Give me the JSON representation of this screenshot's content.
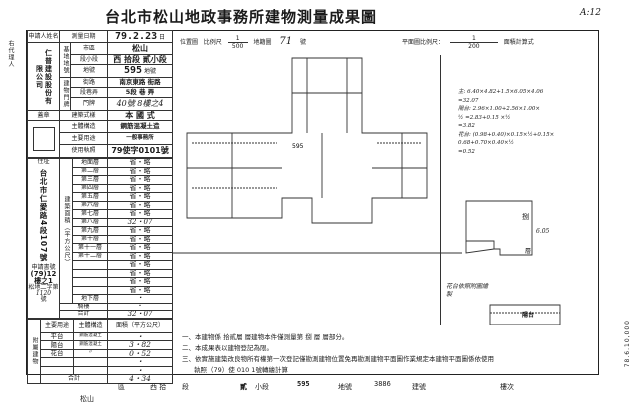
{
  "title": "台北市松山地政事務所建物測量成果圖",
  "corner_mark": "A:12",
  "side_stamp": "78.6.10,000",
  "left_margin": "右代理人",
  "header": {
    "location_map": "位置圖",
    "scale_label": "比例尺",
    "scale_num": "1",
    "scale_den": "500",
    "cadastral_map": "地籍圖",
    "map_no": "71",
    "map_no_suffix": "號",
    "plan_scale_label": "平面圖比例尺：",
    "plan_scale_num": "1",
    "plan_scale_den": "200",
    "area_calc": "面積計算式"
  },
  "form": {
    "applicant_label": "申請人姓名",
    "applicant_name": "仁普建設股份有限公司",
    "agent_label": "右代理人",
    "survey_date_label": "測量日期",
    "survey_date": "79.2.23",
    "survey_date_suffix": "日",
    "site_label": "基地地號",
    "district_label": "市區",
    "district": "松山",
    "section_label": "段小段",
    "section": "西 拾段 貳小段",
    "lot_label": "地號",
    "lot": "595",
    "lot_suffix": "地號",
    "door_label": "建物門牌",
    "street_label": "街路",
    "street": "南京東路 街路",
    "lane_label": "段巷弄",
    "lane": "5段 巷 弄",
    "number_label": "門牌",
    "number": "40號 8樓之4",
    "seal_label": "蓋章",
    "style_label": "建築式樣",
    "style": "本 國 式",
    "structure_label": "主體構造",
    "structure": "鋼筋混凝土造",
    "use_label": "主要用途",
    "use": "一般事務所",
    "permit_label": "使用執照",
    "permit": "79使字0101號",
    "address_label": "住址",
    "address": "台北市仁愛路4段107號",
    "application_label": "申請書號",
    "application_no": "(79)12樓之1",
    "application_word": "松地二字第",
    "application_num": "1120",
    "application_suffix": "號",
    "floor_area_label": "建築面積（平方公尺）",
    "floors": [
      {
        "label": "地面層",
        "value": "省・略"
      },
      {
        "label": "第二層",
        "value": "省・略"
      },
      {
        "label": "第三層",
        "value": "省・略"
      },
      {
        "label": "第四層",
        "value": "省・略"
      },
      {
        "label": "第五層",
        "value": "省・略"
      },
      {
        "label": "第六層",
        "value": "省・略"
      },
      {
        "label": "第七層",
        "value": "省・略"
      },
      {
        "label": "第八層",
        "value": "32・07"
      },
      {
        "label": "第九層",
        "value": "省・略"
      },
      {
        "label": "第十層",
        "value": "省・略"
      },
      {
        "label": "第十一層",
        "value": "省・略"
      },
      {
        "label": "第十二層",
        "value": "省・略"
      },
      {
        "label": "",
        "value": "省・略"
      },
      {
        "label": "",
        "value": "省・略"
      },
      {
        "label": "",
        "value": "省・略"
      },
      {
        "label": "",
        "value": "省・略"
      },
      {
        "label": "地下層",
        "value": "・"
      }
    ],
    "arcade_label": "騎樓",
    "arcade_value": "・",
    "floor_total_label": "合計",
    "floor_total": "32・07",
    "accessory_label": "附屬建物",
    "acc_use_label": "主要用途",
    "acc_struct_label": "主體構造",
    "acc_area_label": "面積（平方公尺）",
    "accessories": [
      {
        "use": "平台",
        "structure": "鋼筋混凝土",
        "area": "・"
      },
      {
        "use": "陽台",
        "structure": "鋼筋混凝土",
        "area": "3・82"
      },
      {
        "use": "花台",
        "structure": "〃",
        "area": "0・52"
      },
      {
        "use": "",
        "structure": "",
        "area": "・"
      },
      {
        "use": "",
        "structure": "",
        "area": "・"
      }
    ],
    "acc_total_label": "合計",
    "acc_total": "4・34"
  },
  "plan": {
    "lot_label": "595",
    "floor_label": "捌",
    "floor_suffix": "層",
    "balcony_label": "陽台",
    "dim": "6.05",
    "note_hand": "花台依照附圖繪製"
  },
  "calc": [
    "主: 6.40×4.82+1.5×6.05×4.06",
    "=32.07",
    "陽台: 2.96×1.00+2.56×1.00×",
    "½ =2.83+0.15 ×½",
    "=3.82",
    "花台: (0.98+0.40)×0.15×½+0.15×",
    "0.68+0.70×0.40×½",
    "=0.52"
  ],
  "notes": [
    "一、本建物係 拾貳層 層建物本件僅測量第 捌 層 層部分。",
    "二、本成果表以建物登記為限。",
    "三、依實施建築改良物所有權第一次登記僅勘測建物位置免再勘測建物平面圖作業規定本建物平面圖係依使用",
    "執照（79）使 010 1號轉繪計算"
  ],
  "footer": {
    "district": "松山",
    "district_suffix": "區",
    "section": "西 拾",
    "section_suffix": "段",
    "subsection": "貳",
    "subsection_suffix": "小段",
    "lot": "595",
    "lot_suffix": "地號",
    "building_no": "3886",
    "building_suffix": "建號",
    "floor_suffix": "樓次"
  }
}
